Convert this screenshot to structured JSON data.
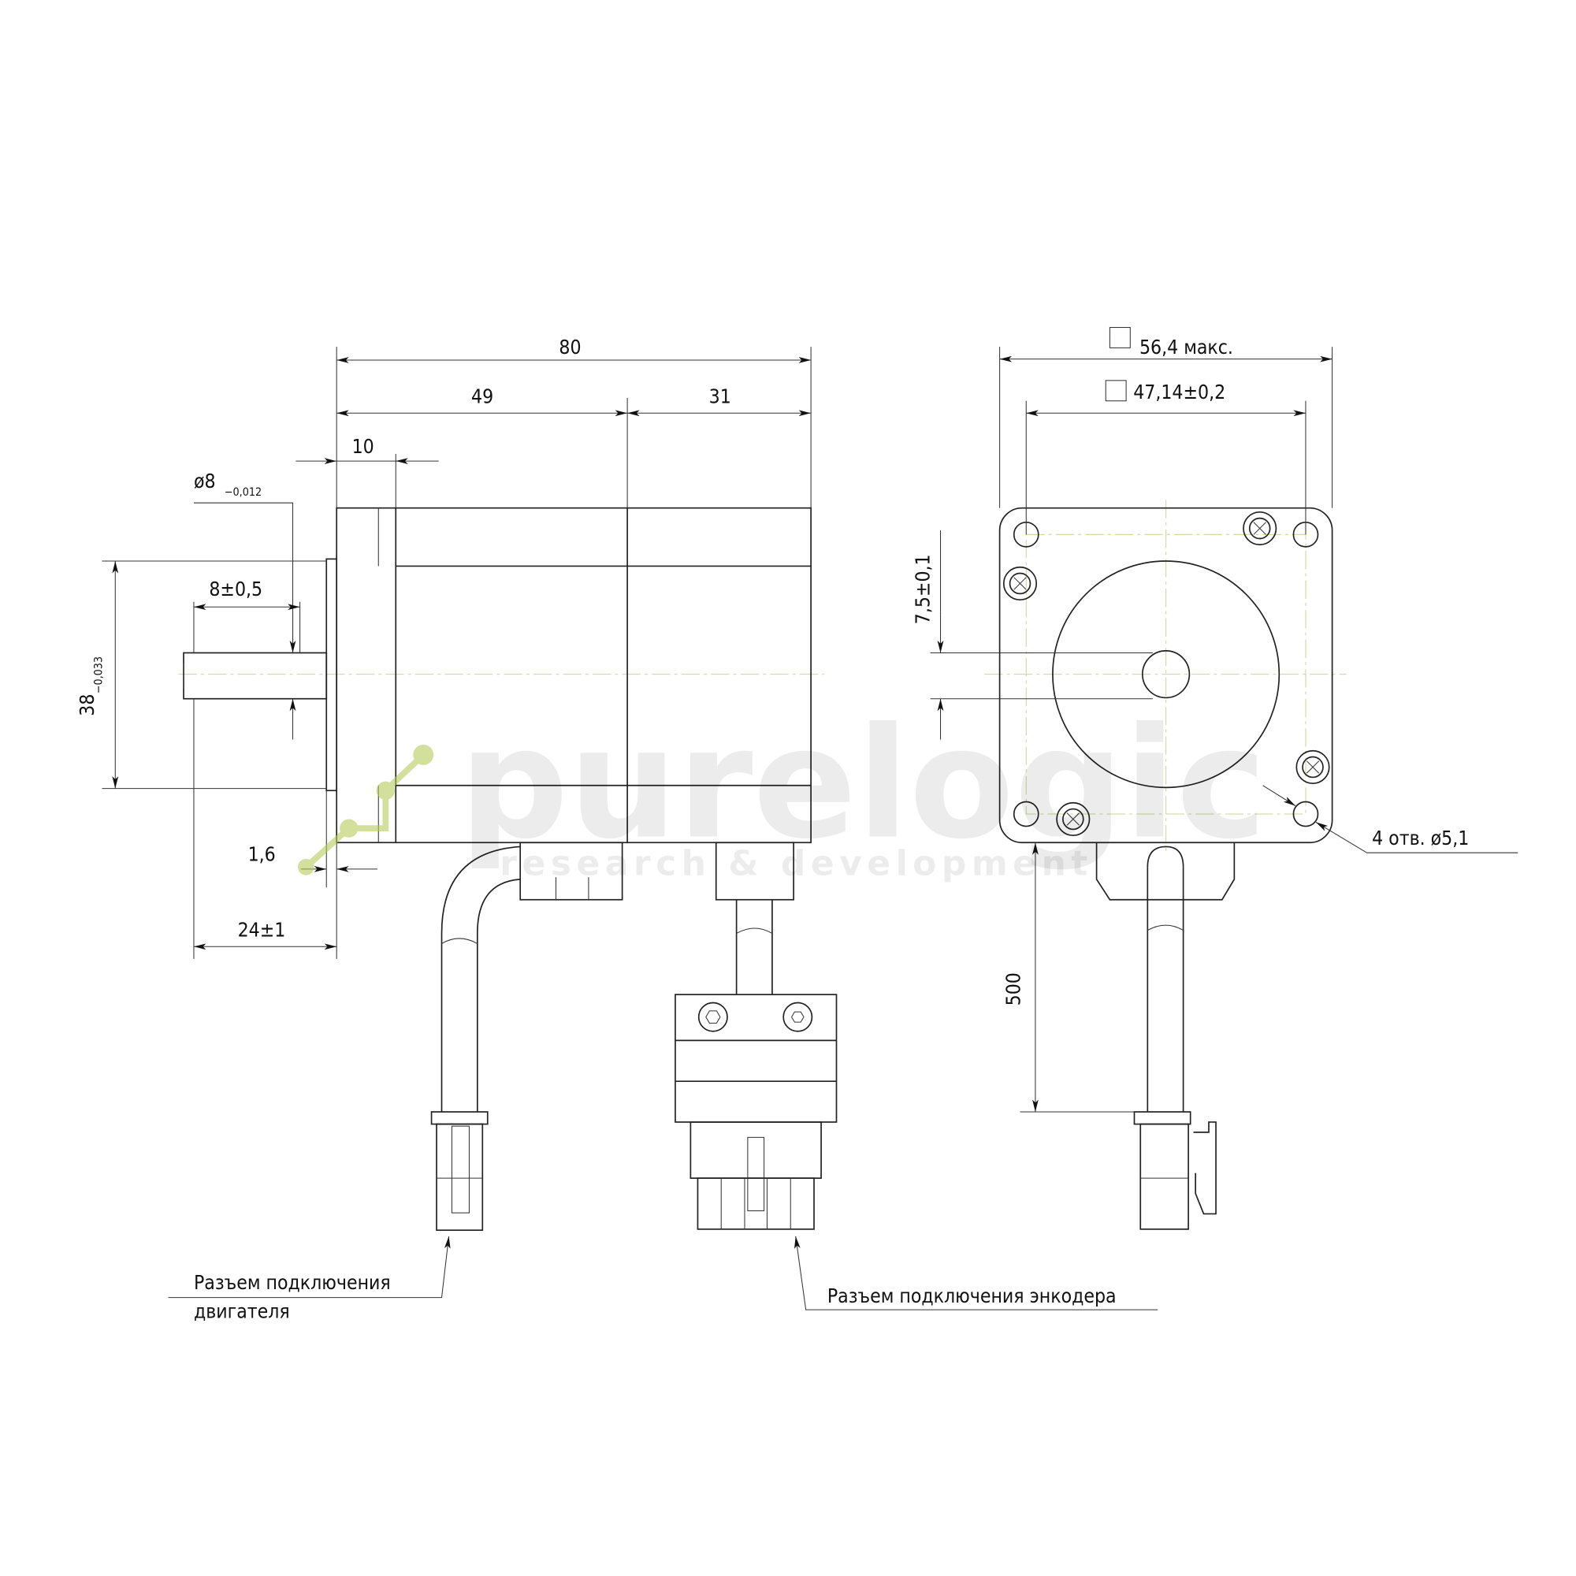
{
  "dimensions": {
    "overall_length": "80",
    "body_length_front": "49",
    "body_length_rear": "31",
    "flange_thickness": "10",
    "shaft_diameter": "ø8",
    "shaft_diameter_tol": "−0,012",
    "shaft_flat_length": "8±0,5",
    "pilot_diameter": "38",
    "pilot_diameter_tol": "−0,033",
    "pilot_height": "1,6",
    "shaft_length": "24±1",
    "flange_square": "56,4 макс.",
    "hole_spacing": "47,14±0,2",
    "shaft_flat": "7,5±0,1",
    "cable_length": "500",
    "holes": "4 отв. ø5,1"
  },
  "callouts": {
    "motor_connector_line1": "Разъем подключения",
    "motor_connector_line2": "двигателя",
    "encoder_connector": "Разъем подключения энкодера"
  },
  "watermark": {
    "brand": "purelogic",
    "tagline": "research & development",
    "accent": "#b5cc5a"
  }
}
